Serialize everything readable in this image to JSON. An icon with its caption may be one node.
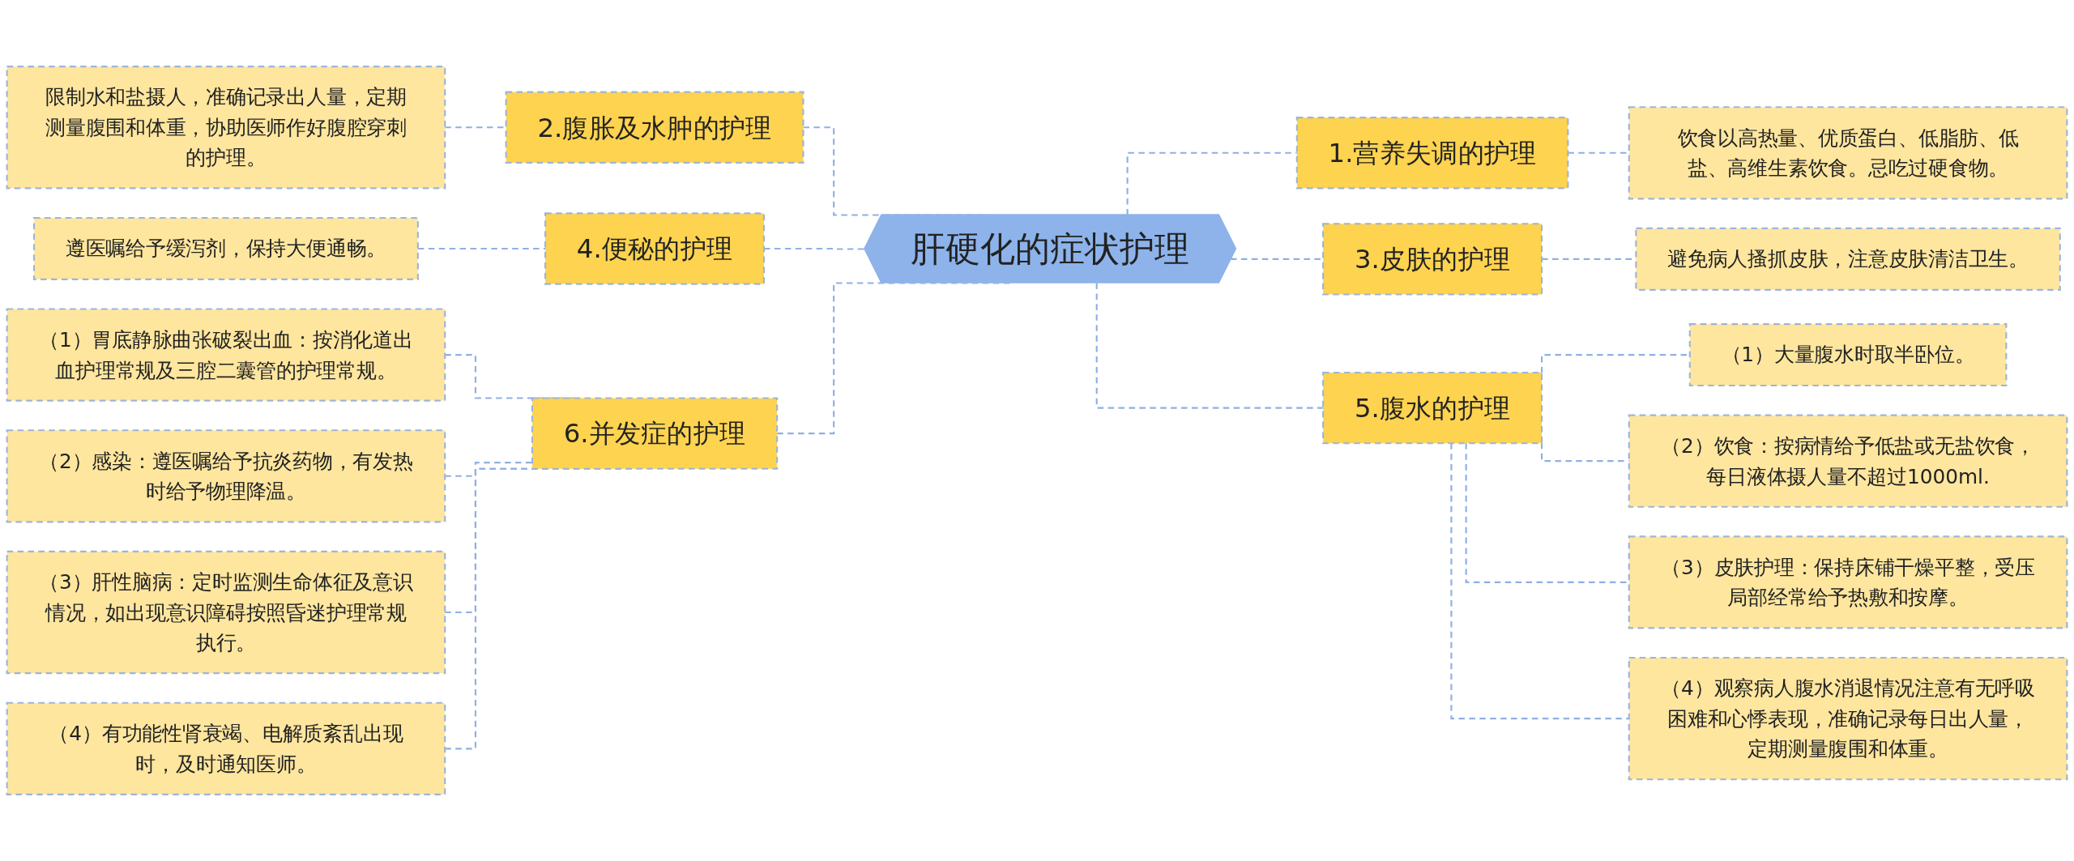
{
  "diagram": {
    "nodes": [
      {
        "text": [
          "肝硬化的症状护理"
        ]
      },
      {
        "text": [
          "1.营养失调的护理"
        ]
      },
      {
        "text": [
          "饮食以高热量、优质蛋白、低脂肪、低盐、高维生素饮食。忌吃过硬食物。"
        ]
      },
      {
        "text": [
          "2.腹胀及水肿的护理"
        ]
      },
      {
        "text": [
          "限制水和盐摄人，准确记录出人量，定期测量腹围和体重，协助医师作好腹腔穿刺的护理。"
        ]
      },
      {
        "text": [
          "3.皮肤的护理"
        ]
      },
      {
        "text": [
          "避免病人搔抓皮肤，注意皮肤清洁卫生。"
        ]
      },
      {
        "text": [
          "4.便秘的护理"
        ]
      },
      {
        "text": [
          "遵医嘱给予缓泻剂，保持大便通畅。"
        ]
      },
      {
        "text": [
          "5.腹水的护理"
        ]
      },
      {
        "text": [
          "（1）大量腹水时取半卧位。"
        ]
      },
      {
        "text": [
          "（2）饮食：按病情给予低盐或无盐饮食，每日液体摄人量不超过1000ml."
        ]
      },
      {
        "text": [
          "（3）皮肤护理：保持床铺干燥平整，受压局部经常给予热敷和按摩。"
        ]
      },
      {
        "text": [
          "（4）观察病人腹水消退情况注意有无呼吸困难和心悸表现，准确记录每日出人量，定期测量腹围和体重。"
        ]
      },
      {
        "text": [
          "6.并发症的护理"
        ]
      },
      {
        "text": [
          "（1）胃底静脉曲张破裂出血：按消化道出血护理常规及三腔二囊管的护理常规。"
        ]
      },
      {
        "text": [
          "（2）感染：遵医嘱给予抗炎药物，有发热时给予物理降温。"
        ]
      },
      {
        "text": [
          "（3）肝性脑病：定时监测生命体征及意识情况，如出现意识障碍按照昏迷护理常规执行。"
        ]
      },
      {
        "text": [
          "（4）有功能性肾衰竭、电解质紊乱出现时，及时通知医师。"
        ]
      }
    ],
    "edges": [
      {
        "from": 0,
        "to": 1,
        "arrow": "none",
        "style": "dashed"
      },
      {
        "from": 1,
        "to": 2,
        "arrow": "none",
        "style": "dashed"
      },
      {
        "from": 3,
        "to": 0,
        "arrow": "none",
        "style": "dashed"
      },
      {
        "from": 4,
        "to": 3,
        "arrow": "none",
        "style": "dashed"
      },
      {
        "from": 0,
        "to": 5,
        "arrow": "none",
        "style": "dashed"
      },
      {
        "from": 5,
        "to": 6,
        "arrow": "none",
        "style": "dashed"
      },
      {
        "from": 7,
        "to": 0,
        "arrow": "none",
        "style": "dashed"
      },
      {
        "from": 8,
        "to": 7,
        "arrow": "none",
        "style": "dashed"
      },
      {
        "from": 0,
        "to": 9,
        "arrow": "none",
        "style": "dashed"
      },
      {
        "from": 9,
        "to": 10,
        "arrow": "none",
        "style": "dashed"
      },
      {
        "from": 9,
        "to": 11,
        "arrow": "none",
        "style": "dashed"
      },
      {
        "from": 9,
        "to": 12,
        "arrow": "none",
        "style": "dashed"
      },
      {
        "from": 9,
        "to": 13,
        "arrow": "none",
        "style": "dashed"
      },
      {
        "from": 14,
        "to": 0,
        "arrow": "none",
        "style": "dashed"
      },
      {
        "from": 15,
        "to": 14,
        "arrow": "none",
        "style": "dashed"
      },
      {
        "from": 16,
        "to": 14,
        "arrow": "none",
        "style": "dashed"
      },
      {
        "from": 17,
        "to": 14,
        "arrow": "none",
        "style": "dashed"
      },
      {
        "from": 18,
        "to": 14,
        "arrow": "none",
        "style": "dashed"
      }
    ]
  }
}
